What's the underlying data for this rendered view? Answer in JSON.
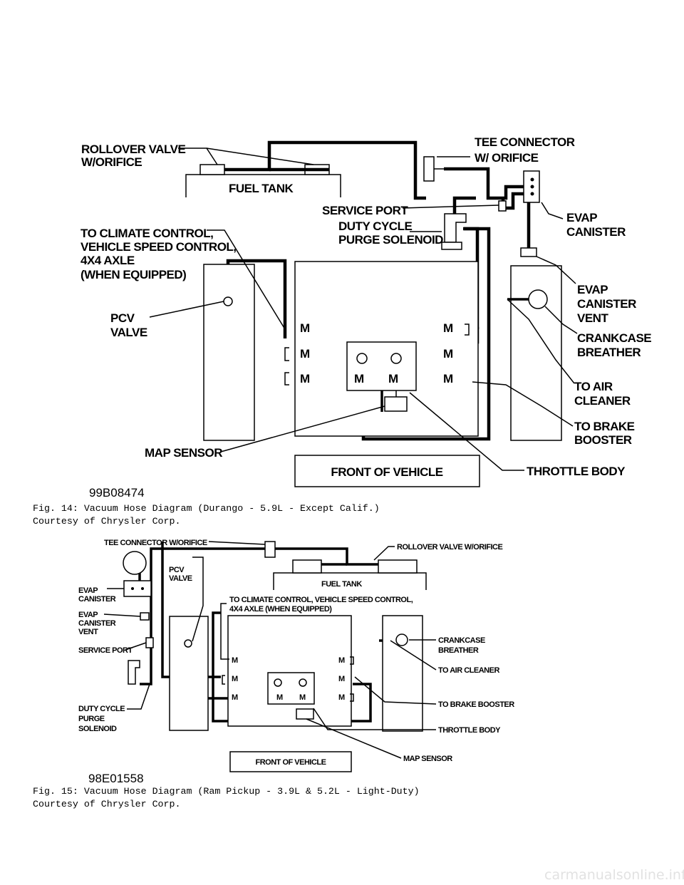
{
  "figure14": {
    "labels": {
      "rollover_valve": [
        "ROLLOVER VALVE",
        "W/ORIFICE"
      ],
      "tee_connector": [
        "TEE CONNECTOR",
        "W/ ORIFICE"
      ],
      "fuel_tank": "FUEL TANK",
      "service_port": "SERVICE PORT",
      "duty_cycle": [
        "DUTY CYCLE",
        "PURGE SOLENOID"
      ],
      "evap_canister": [
        "EVAP",
        "CANISTER"
      ],
      "climate_control": [
        "TO CLIMATE CONTROL,",
        "VEHICLE SPEED CONTROL,",
        "4X4 AXLE",
        "(WHEN EQUIPPED)"
      ],
      "pcv_valve": [
        "PCV",
        "VALVE"
      ],
      "evap_canister_vent": [
        "EVAP",
        "CANISTER",
        "VENT"
      ],
      "crankcase_breather": [
        "CRANKCASE",
        "BREATHER"
      ],
      "to_air_cleaner": [
        "TO AIR",
        "CLEANER"
      ],
      "to_brake_booster": [
        "TO BRAKE",
        "BOOSTER"
      ],
      "map_sensor": "MAP SENSOR",
      "throttle_body": "THROTTLE BODY",
      "front_of_vehicle": "FRONT OF VEHICLE",
      "port_marker": "M"
    },
    "code": "99B08474",
    "caption": "Fig. 14:  Vacuum Hose Diagram (Durango - 5.9L - Except Calif.)",
    "credit": "Courtesy of Chrysler Corp."
  },
  "figure15": {
    "labels": {
      "tee_connector": "TEE CONNECTOR W/ORIFICE",
      "rollover_valve": "ROLLOVER VALVE W/ORIFICE",
      "pcv_valve": [
        "PCV",
        "VALVE"
      ],
      "evap_canister": [
        "EVAP",
        "CANISTER"
      ],
      "fuel_tank": "FUEL TANK",
      "climate_control": [
        "TO CLIMATE CONTROL, VEHICLE SPEED CONTROL,",
        "4X4 AXLE (WHEN EQUIPPED)"
      ],
      "evap_canister_vent": [
        "EVAP",
        "CANISTER",
        "VENT"
      ],
      "service_port": "SERVICE PORT",
      "crankcase_breather": [
        "CRANKCASE",
        "BREATHER"
      ],
      "to_air_cleaner": "TO AIR CLEANER",
      "to_brake_booster": "TO BRAKE BOOSTER",
      "duty_cycle": [
        "DUTY CYCLE",
        "PURGE",
        "SOLENOID"
      ],
      "throttle_body": "THROTTLE BODY",
      "map_sensor": "MAP SENSOR",
      "front_of_vehicle": "FRONT OF VEHICLE",
      "port_marker": "M"
    },
    "code": "98E01558",
    "caption": "Fig. 15:  Vacuum Hose Diagram (Ram Pickup - 3.9L & 5.2L - Light-Duty)",
    "credit": "Courtesy of Chrysler Corp."
  },
  "watermark": "carmanualsonline.info"
}
